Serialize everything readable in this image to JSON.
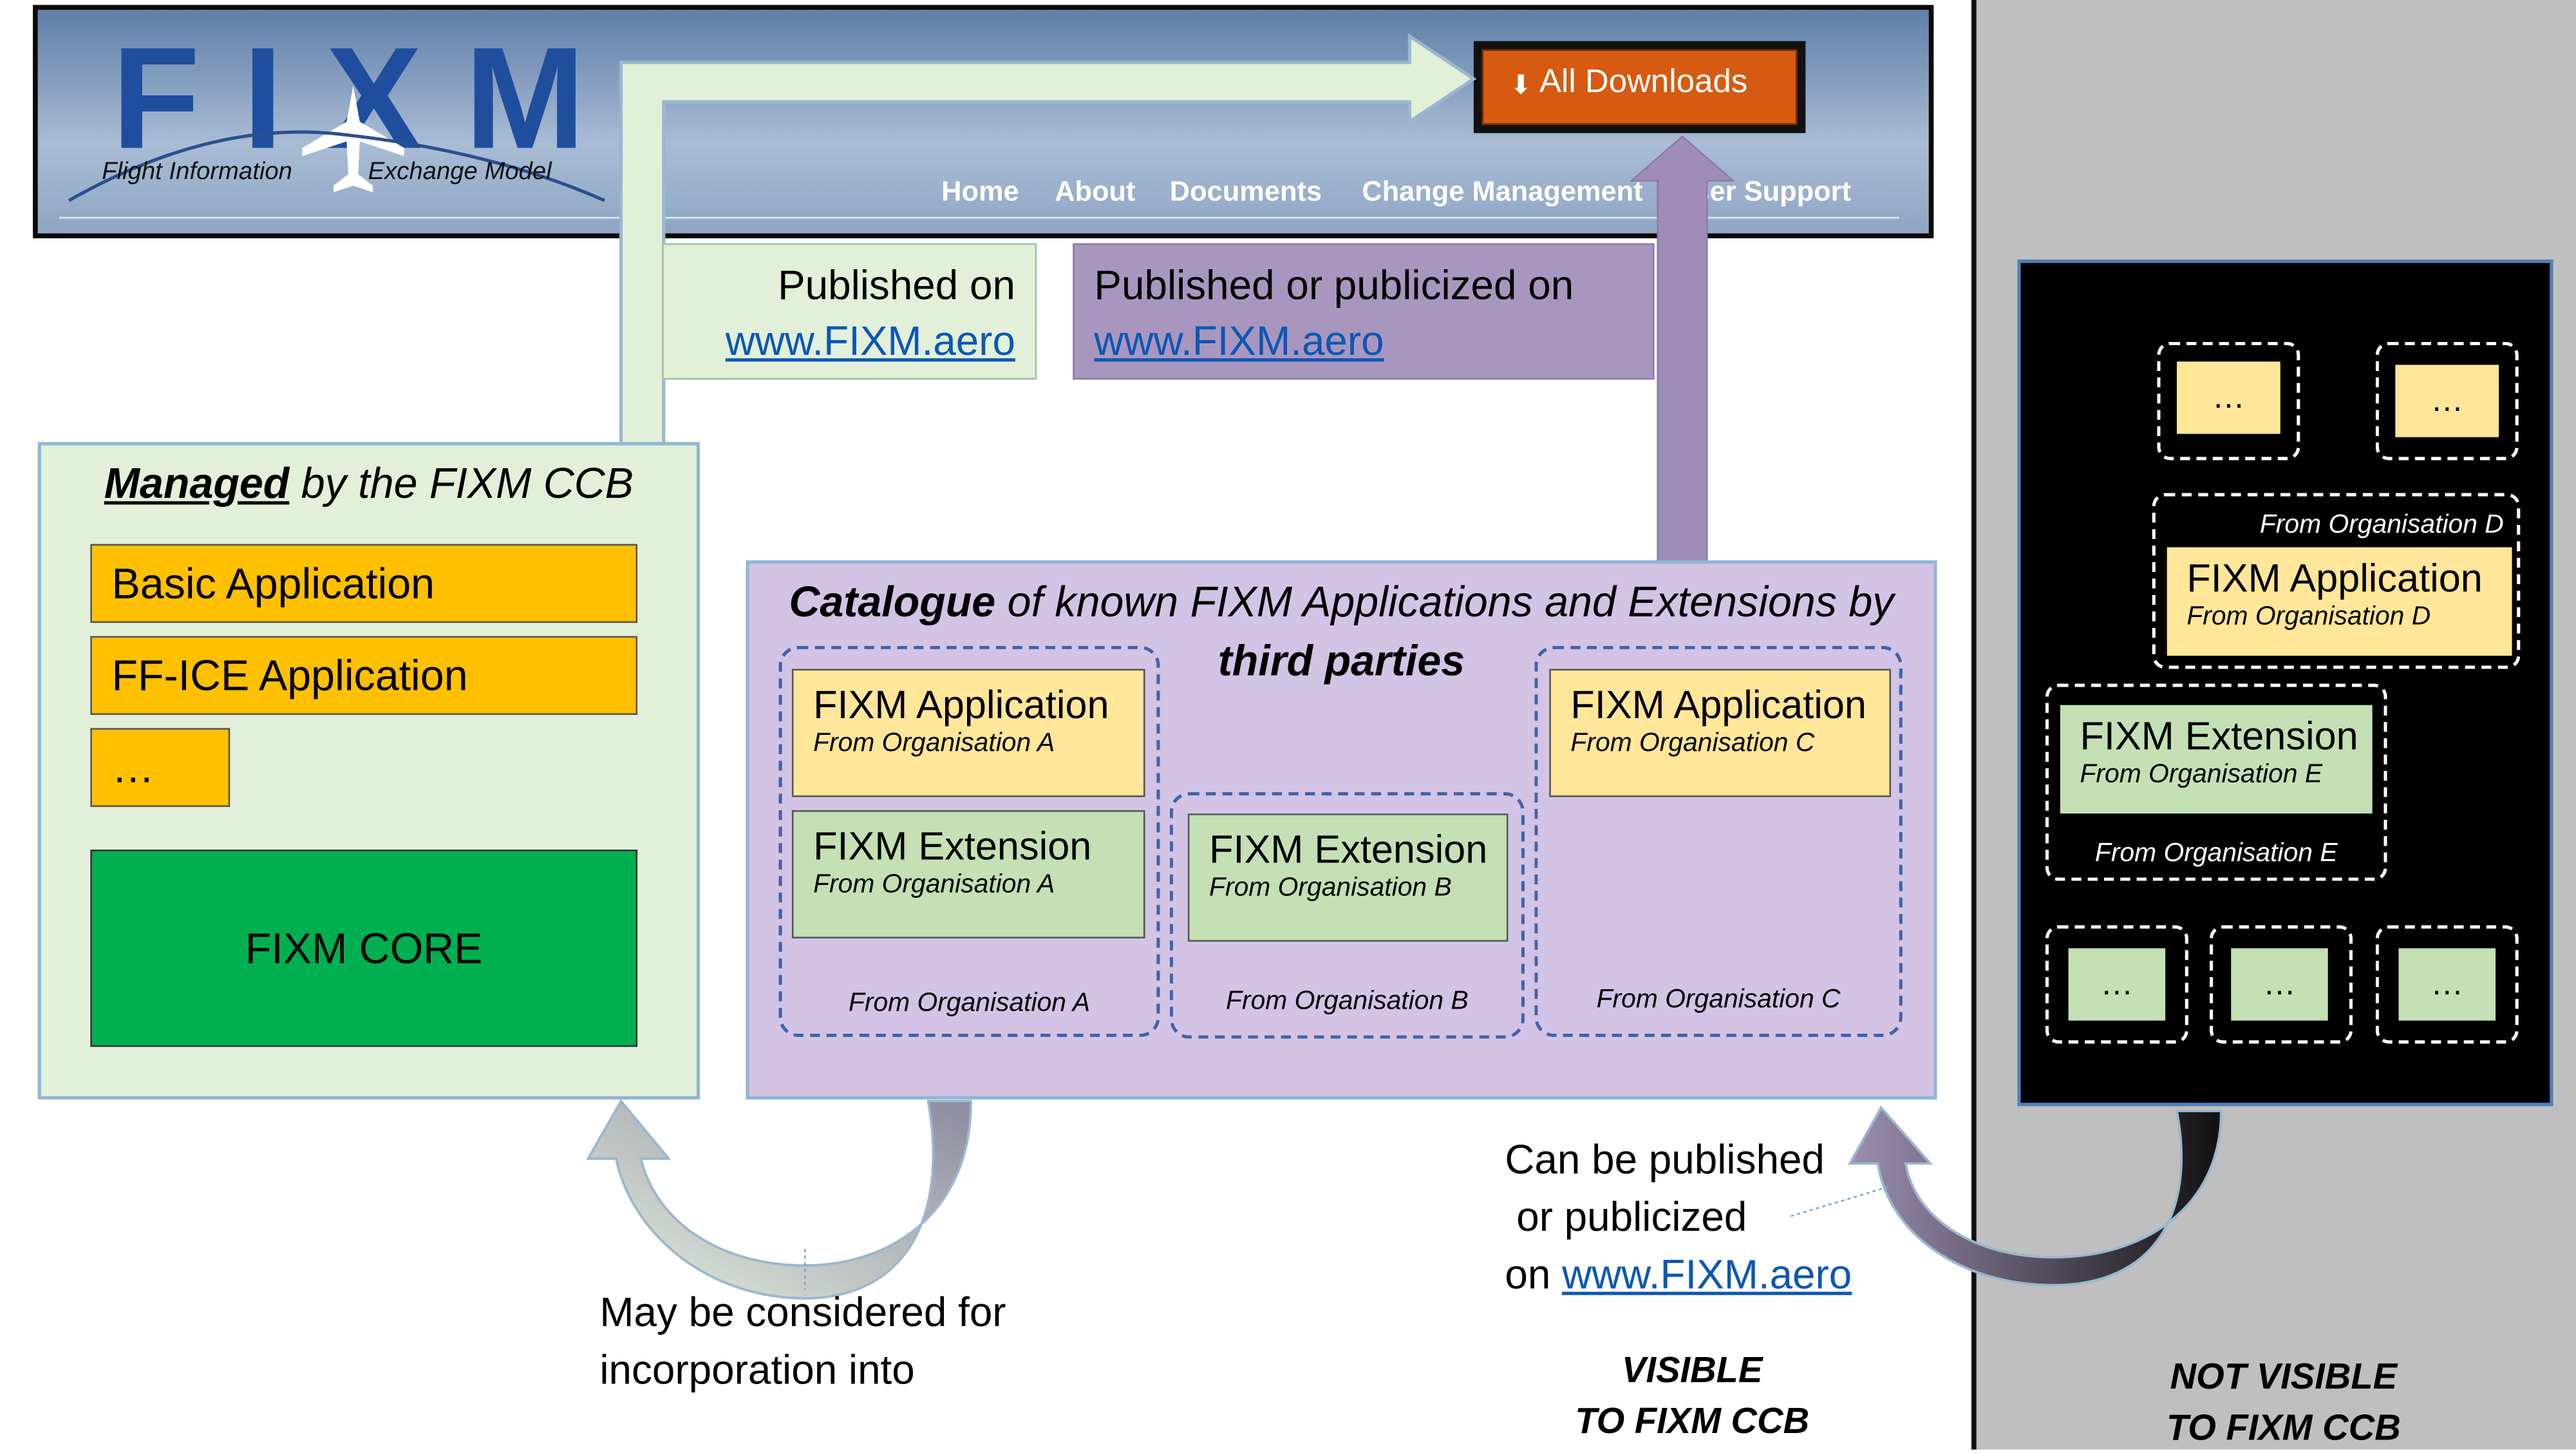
{
  "header": {
    "logo_text": "FIXM",
    "logo_subtitle_left": "Flight Information",
    "logo_subtitle_right": "Exchange Model",
    "download_button": "All Downloads",
    "nav": [
      "Home",
      "About",
      "Documents",
      "Change Management",
      "User Support"
    ]
  },
  "published": {
    "line1": "Published on",
    "link": "www.FIXM.aero"
  },
  "publicized": {
    "line1": "Published or publicized on",
    "link": "www.FIXM.aero"
  },
  "managed": {
    "title_emphasis": "Managed",
    "title_rest": "by the FIXM CCB",
    "items": [
      "Basic Application",
      "FF-ICE Application",
      "…"
    ],
    "core": "FIXM CORE"
  },
  "catalogue": {
    "title_emphasis": "Catalogue",
    "title_rest": "of known FIXM Applications and Extensions by",
    "title_line2": "third parties",
    "org_a": {
      "app_title": "FIXM Application",
      "app_sub": "From Organisation A",
      "ext_title": "FIXM Extension",
      "ext_sub": "From Organisation A",
      "footer": "From Organisation A"
    },
    "org_b": {
      "ext_title": "FIXM Extension",
      "ext_sub": "From Organisation B",
      "footer": "From Organisation B"
    },
    "org_c": {
      "app_title": "FIXM Application",
      "app_sub": "From Organisation C",
      "footer": "From Organisation C"
    }
  },
  "invisible": {
    "ellipsis": "…",
    "org_d": {
      "header": "From Organisation D",
      "app_title": "FIXM Application",
      "app_sub": "From Organisation D"
    },
    "org_e": {
      "ext_title": "FIXM Extension",
      "ext_sub": "From Organisation E",
      "footer": "From Organisation E"
    }
  },
  "notes": {
    "incorporation_line1": "May be considered for",
    "incorporation_line2": "incorporation into",
    "can_publish_line1": "Can be published",
    "can_publish_line2": "or publicized",
    "can_publish_line3_prefix": "on",
    "can_publish_link": "www.FIXM.aero",
    "visible_line1": "VISIBLE",
    "visible_line2": "TO FIXM CCB",
    "not_visible_line1": "NOT VISIBLE",
    "not_visible_line2": "TO FIXM CCB"
  },
  "colors": {
    "green_light": "#e2efd9",
    "purple_light": "#d3c3e5",
    "orange": "#ffc000",
    "yellow": "#ffe699",
    "green_box": "#c5e0b4",
    "core_green": "#00b050",
    "download_bg": "#d65a0f",
    "gray_panel": "#bfbfbf"
  }
}
